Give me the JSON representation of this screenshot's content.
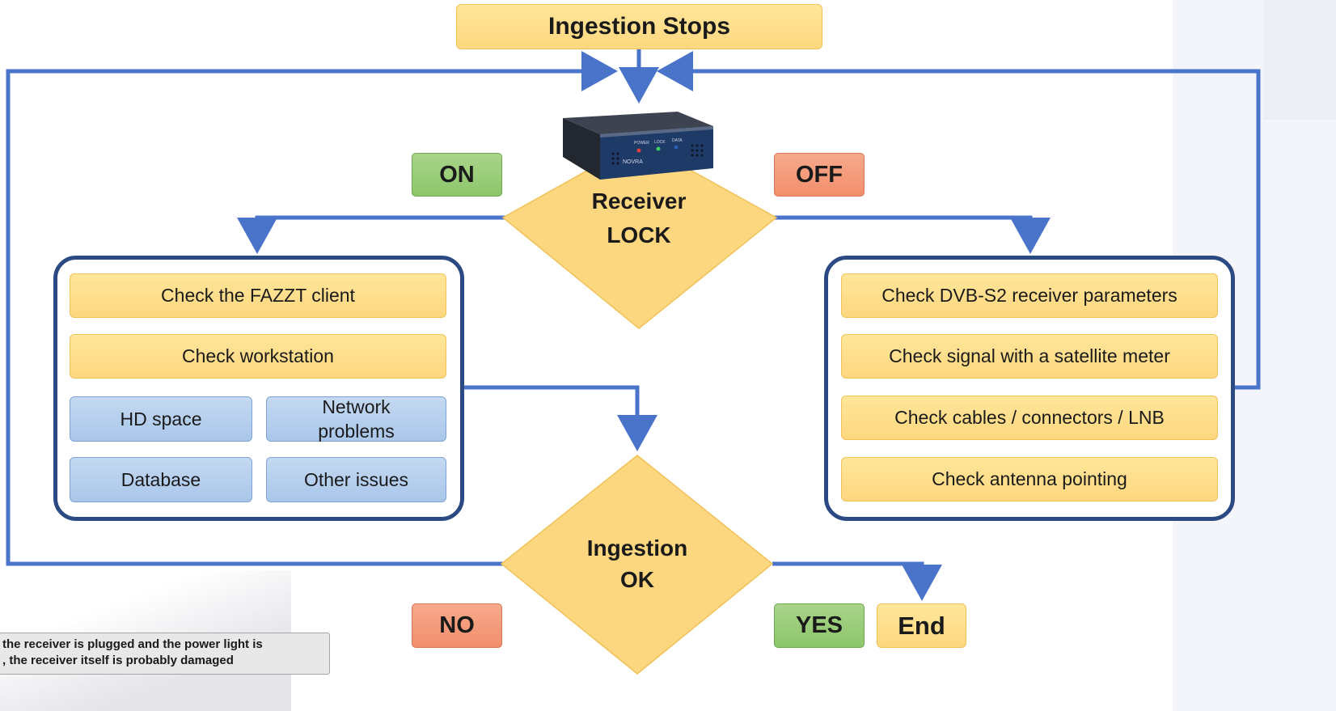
{
  "top": {
    "title": "Ingestion Stops"
  },
  "decision_receiver": {
    "line1": "Receiver",
    "line2": "LOCK"
  },
  "decision_ingestion": {
    "line1": "Ingestion",
    "line2": "OK"
  },
  "branch_labels": {
    "on": "ON",
    "off": "OFF",
    "no": "NO",
    "yes": "YES",
    "end": "End"
  },
  "on_branch": {
    "steps": [
      "Check the FAZZT client",
      "Check workstation"
    ],
    "sub_issues": [
      "HD space",
      "Network problems",
      "Database",
      "Other issues"
    ]
  },
  "off_branch": {
    "steps": [
      "Check DVB-S2 receiver parameters",
      "Check signal with a satellite meter",
      "Check cables / connectors / LNB",
      "Check antenna pointing"
    ]
  },
  "receiver_device": {
    "labels": [
      "POWER",
      "LOCK",
      "DATA"
    ],
    "brand": "NOVRA"
  },
  "note": {
    "line1": "the receiver is plugged and the power light is",
    "line2": ", the receiver itself is probably damaged"
  },
  "colors": {
    "connector": "#4a74c9",
    "group_border": "#2b4a83",
    "orange": "#fdd77f",
    "blue": "#a9c6ea",
    "green": "#8cc66a",
    "red": "#f28f6c"
  }
}
